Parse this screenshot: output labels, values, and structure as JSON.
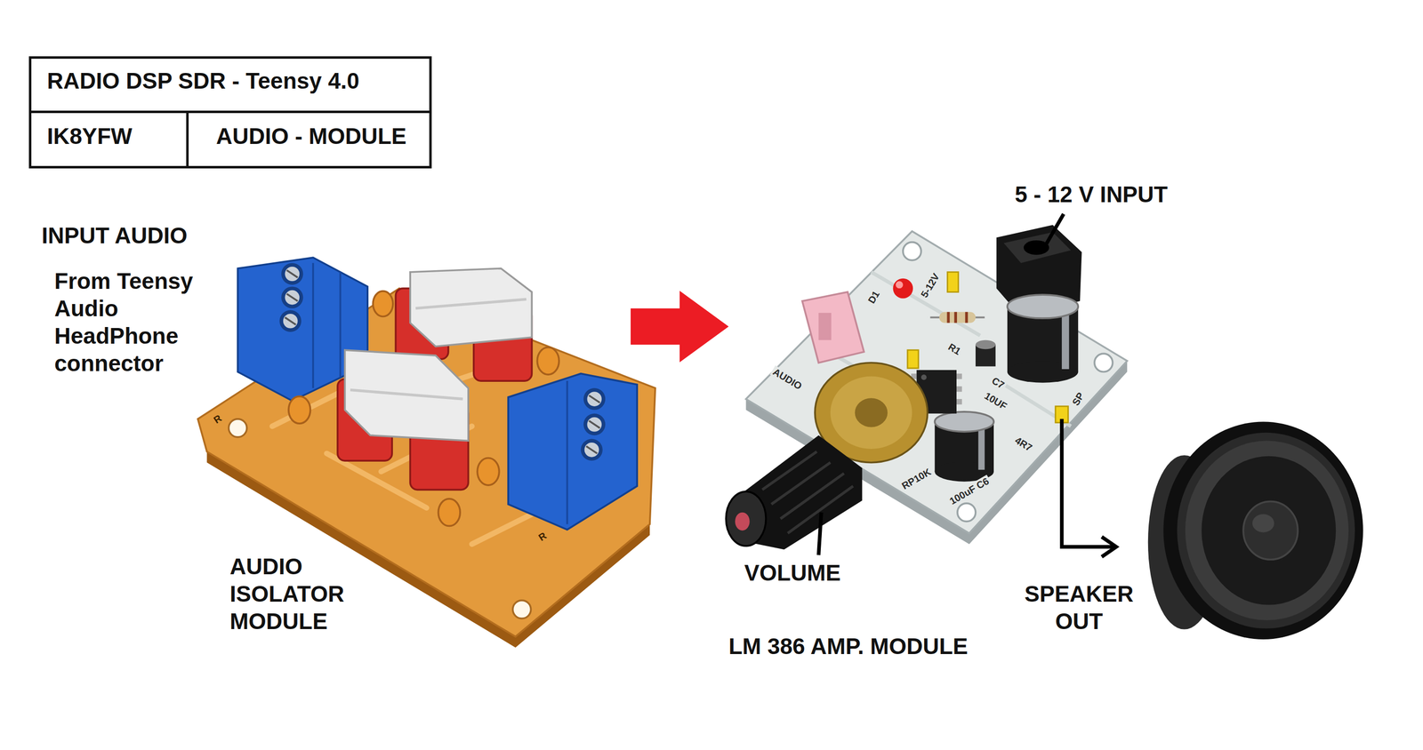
{
  "diagram": {
    "nodes": [
      {
        "text": [
          "RADIO DSP SDR - Teensy 4.0",
          "IK8YFW",
          "AUDIO - MODULE"
        ]
      },
      {
        "text": [
          "AUDIO ISOLATOR MODULE"
        ]
      },
      {
        "text": [
          "LM 386 AMP. MODULE"
        ]
      }
    ],
    "edges": [
      {
        "from": 1,
        "to": 2,
        "arrow": "to"
      }
    ],
    "labels": [
      "INPUT AUDIO",
      "From Teensy Audio HeadPhone connector",
      "5 - 12 V INPUT",
      "VOLUME",
      "SPEAKER OUT",
      "R",
      "R",
      "D1",
      "5-12V",
      "AUDIO",
      "R1",
      "C7",
      "10UF",
      "SP",
      "4R7",
      "RP10K",
      "100uF C6"
    ]
  }
}
